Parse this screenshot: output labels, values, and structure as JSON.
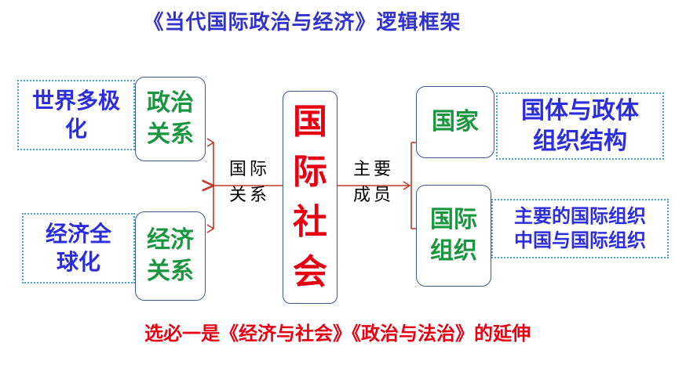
{
  "title": "《当代国际政治与经济》逻辑框架",
  "center": {
    "line1": "国",
    "line2": "际",
    "line3": "社",
    "line4": "会"
  },
  "left_link": {
    "line1": "国际",
    "line2": "关系"
  },
  "right_link": {
    "line1": "主要",
    "line2": "成员"
  },
  "left_nodes": [
    {
      "line1": "政治",
      "line2": "关系",
      "note_line1": "世界多极",
      "note_line2": "化"
    },
    {
      "line1": "经济",
      "line2": "关系",
      "note_line1": "经济全",
      "note_line2": "球化"
    }
  ],
  "right_nodes": [
    {
      "line1": "国家",
      "line2": "",
      "note_line1": "国体与政体",
      "note_line2": "组织结构"
    },
    {
      "line1": "国际",
      "line2": "组织",
      "note_line1": "主要的国际组织",
      "note_line2": "中国与国际组织"
    }
  ],
  "footer": "选必一是《经济与社会》《政治与法治》的延伸",
  "colors": {
    "title": "#3333cc",
    "node_text": "#1a9640",
    "center_text": "#e60012",
    "note_text": "#2d2ddb",
    "arrow": "#c0392b"
  }
}
